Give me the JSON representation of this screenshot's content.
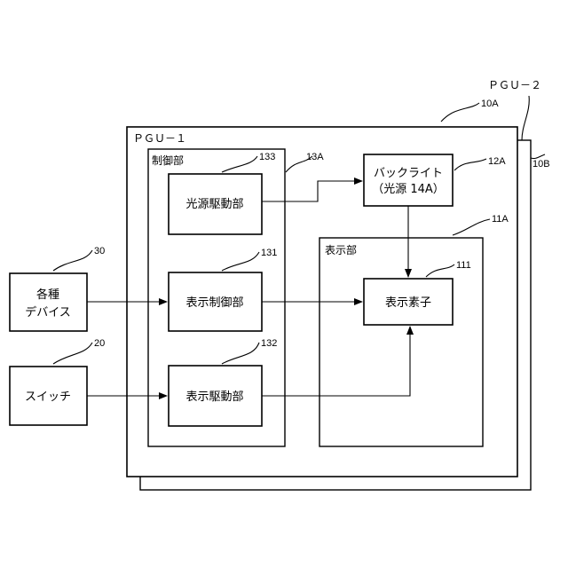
{
  "diagram": {
    "pgu2_label": "ＰＧＵ－２",
    "pgu1_label": "ＰＧＵ－１",
    "control_section": "制御部",
    "display_section": "表示部",
    "blocks": {
      "light_source_driver": "光源駆動部",
      "display_controller": "表示制御部",
      "display_driver": "表示駆動部",
      "backlight_line1": "バックライト",
      "backlight_line2": "（光源 14A）",
      "display_element": "表示素子",
      "devices_line1": "各種",
      "devices_line2": "デバイス",
      "switch": "スイッチ"
    },
    "refs": {
      "r10A": "10A",
      "r10B": "10B",
      "r11A": "11A",
      "r12A": "12A",
      "r13A": "13A",
      "r133": "133",
      "r131": "131",
      "r132": "132",
      "r111": "111",
      "r30": "30",
      "r20": "20"
    }
  }
}
